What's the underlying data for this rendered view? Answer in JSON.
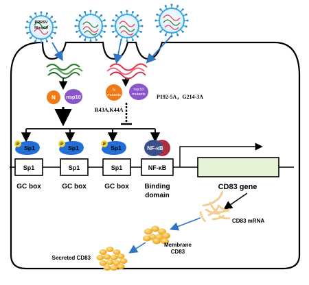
{
  "virus_label_lines": [
    "PRRSV",
    "N/nsp10"
  ],
  "proteins": {
    "wt_n": "N",
    "wt_nsp10": "nsp10",
    "mut_n_lines": [
      "N",
      "mutants"
    ],
    "mut_nsp10_lines": [
      "nsp10",
      "mutants"
    ]
  },
  "mutations": {
    "nsp10_mut": "P192-5A，G214-3A",
    "n_mut": "R43A,K44A"
  },
  "sp1_factor": "Sp1",
  "sp1_phospho": "P",
  "nfkb_factor": "NF-κB",
  "promoter_boxes": [
    "Sp1",
    "Sp1",
    "Sp1",
    "NF-κB"
  ],
  "box_captions": [
    "GC box",
    "GC box",
    "GC box",
    "Binding"
  ],
  "box_caption_extra": "domain",
  "gene_label": "CD83 gene",
  "mrna_label": "CD83 mRNA",
  "membrane_label_lines": [
    "Membrane",
    "CD83"
  ],
  "secreted_label": "Secreted CD83",
  "colors": {
    "cell_border": "#000000",
    "virus_envelope": "#3aa8e6",
    "virus_spike": "#1f8bd0",
    "rna_green": "#2e7d32",
    "rna_red": "#e53950",
    "n_protein": "#f07a16",
    "nsp10_protein": "#8a55c9",
    "sp1_protein": "#1f6fd6",
    "phospho": "#f0d23a",
    "nfkb_outer": "#b03040",
    "nfkb_inner": "#3a4f8a",
    "gene_fill": "#e6f2d5",
    "mrna": "#f2cf95",
    "cd83": "#f2b21c",
    "arrow_blue": "#2f74c0"
  }
}
